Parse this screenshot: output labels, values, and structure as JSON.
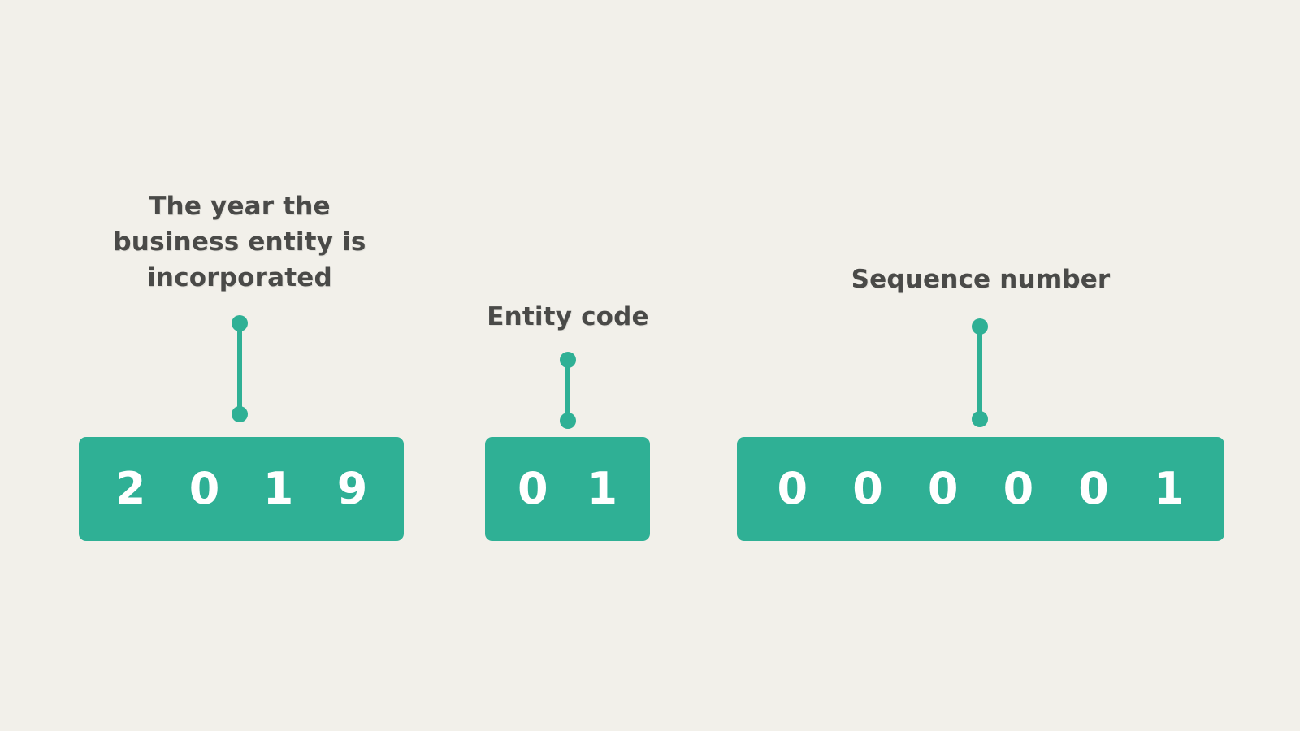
{
  "background_color": "#f2f0ea",
  "accent_color": "#2fb095",
  "label_color": "#4a4a48",
  "digit_color": "#ffffff",
  "segments": [
    {
      "id": "year",
      "label": "The year the\nbusiness entity is\nincorporated",
      "value": "2019",
      "digits": [
        "2",
        "0",
        "1",
        "9"
      ]
    },
    {
      "id": "entity",
      "label": "Entity code",
      "value": "01",
      "digits": [
        "0",
        "1"
      ]
    },
    {
      "id": "sequence",
      "label": "Sequence number",
      "value": "000001",
      "digits": [
        "0",
        "0",
        "0",
        "0",
        "0",
        "1"
      ]
    }
  ]
}
